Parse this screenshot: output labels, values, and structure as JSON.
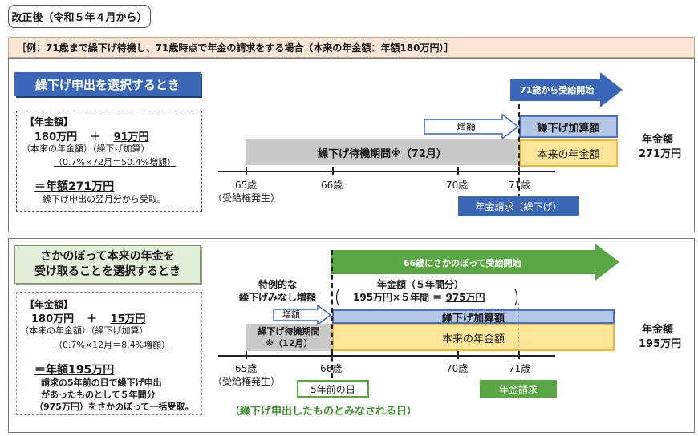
{
  "title": "改正後（令和５年４月から）",
  "example": "［例：71歳まで繰下げ待機し、71歳時点で年金の請求をする場合（本来の年金額：年額180万円）］",
  "panel1": {
    "header": "繰下げ申出を選択するとき",
    "box": {
      "heading": "【年金額】",
      "amounts": "180万円　＋　91万円",
      "amount_base": "180万円",
      "plus": "＋",
      "amount_add": "91万円",
      "labels": "（本来の年金額）（繰下げ加算）",
      "formula": "（0.7%×72月＝50.4%増額）",
      "total": "＝年額271万円",
      "note": "繰下げ申出の翌月分から受取。"
    },
    "arrow_label": "71歳から受給開始",
    "increase_label": "増額",
    "wait_label": "繰下げ待機期間※（72月）",
    "addition_label": "繰下げ加算額",
    "base_label": "本来の年金額",
    "annual_line1": "年金額",
    "annual_line2": "271万円",
    "ticks": [
      "65歳",
      "66歳",
      "70歳",
      "71歳"
    ],
    "tick_sub": "（受給権発生）",
    "claim_tag": "年金請求（繰下げ）"
  },
  "panel2": {
    "header_line1": "さかのぼって本来の年金を",
    "header_line2": "受け取ることを選択するとき",
    "box": {
      "heading": "【年金額】",
      "amount_base": "180万円",
      "plus": "＋",
      "amount_add": "15万円",
      "labels": "（本来の年金額）（繰下げ加算）",
      "formula": "（0.7%×12月＝8.4%増額）",
      "total": "＝年額195万円",
      "note1": "請求の5年前の日で繰下げ申出",
      "note2": "があったものとして５年間分",
      "note3": "（975万円）をさかのぼって一括受取。"
    },
    "arrow_label": "66歳にさかのぼって受給開始",
    "special_line1": "特例的な",
    "special_line2": "繰下げみなし増額",
    "lump_line1": "年金額（５年間分）",
    "lump_line2_a": "195万円×５年間 ＝ ",
    "lump_line2_b": "975万円",
    "increase_label": "増額",
    "wait_line1": "繰下げ待機期間",
    "wait_line2": "※（12月）",
    "addition_label": "繰下げ加算額",
    "base_label": "本来の年金額",
    "annual_line1": "年金額",
    "annual_line2": "195万円",
    "ticks": [
      "65歳",
      "66歳",
      "70歳",
      "71歳"
    ],
    "tick_sub": "（受給権発生）",
    "five_years_tag": "5年前の日",
    "claim_tag": "年金請求",
    "deemed_note": "（繰下げ申出したものとみなされる日）"
  },
  "colors": {
    "blue": "#3a67b8",
    "light_blue": "#b4c7e7",
    "orange_fill": "#ffe699",
    "orange_border": "#f2b63a",
    "green": "#5aa845",
    "grey": "#c9c9c9",
    "peach": "#fce7d6"
  }
}
